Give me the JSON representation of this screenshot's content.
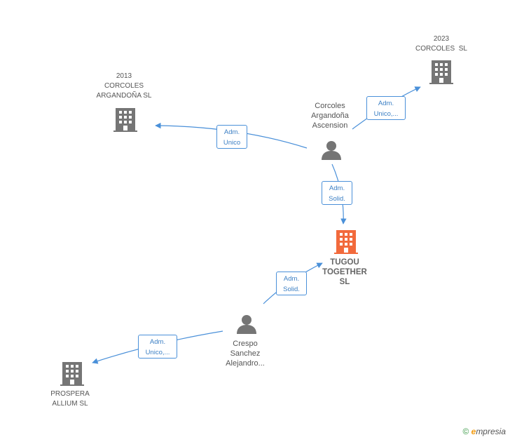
{
  "colors": {
    "edge": "#4a90d9",
    "building": "#757575",
    "building_main": "#f26a3c",
    "person": "#757575"
  },
  "nodes": {
    "corcoles_2023": {
      "icon": "building-icon",
      "line1": "2023",
      "line2": "CORCOLES  SL"
    },
    "corcoles_2013": {
      "icon": "building-icon",
      "line1": "2013",
      "line2": "CORCOLES",
      "line3": "ARGANDOÑA SL"
    },
    "corcoles_argandona": {
      "icon": "person-icon",
      "line1": "Corcoles",
      "line2": "Argandoña",
      "line3": "Ascension"
    },
    "tugou": {
      "icon": "building-icon",
      "line1": "TUGOU",
      "line2": "TOGETHER",
      "line3": "SL"
    },
    "crespo": {
      "icon": "person-icon",
      "line1": "Crespo",
      "line2": "Sanchez",
      "line3": "Alejandro..."
    },
    "prospera": {
      "icon": "building-icon",
      "line1": "PROSPERA",
      "line2": "ALLIUM SL"
    }
  },
  "relations": {
    "r1": {
      "line1": "Adm.",
      "line2": "Unico,..."
    },
    "r2": {
      "line1": "Adm.",
      "line2": "Unico"
    },
    "r3": {
      "line1": "Adm.",
      "line2": "Solid."
    },
    "r4": {
      "line1": "Adm.",
      "line2": "Solid."
    },
    "r5": {
      "line1": "Adm.",
      "line2": "Unico,..."
    }
  },
  "footer": {
    "copyright": "©",
    "brand_e": "e",
    "brand_rest": "mpresia"
  }
}
